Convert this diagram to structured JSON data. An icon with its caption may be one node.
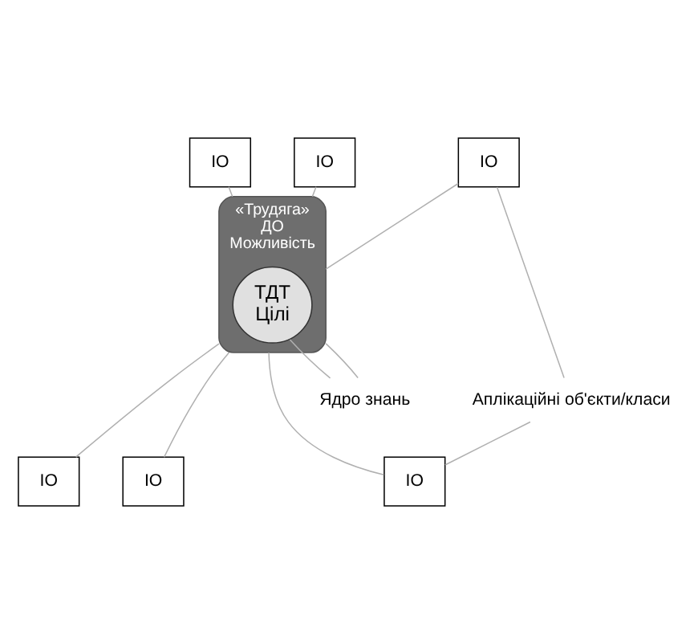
{
  "diagram": {
    "nodes": [
      {
        "text": [
          "«Трудяга»",
          "ДО",
          "Можливість"
        ]
      },
      {
        "text": [
          "ТДТ",
          "Цілі"
        ],
        "in": 0
      },
      {
        "text": [
          "IO"
        ]
      },
      {
        "text": [
          "IO"
        ]
      },
      {
        "text": [
          "IO"
        ]
      },
      {
        "text": [
          "Аплікаційні об'єкти/класи"
        ]
      },
      {
        "text": [
          "Ядро знань"
        ]
      },
      {
        "text": [
          "IO"
        ]
      },
      {
        "text": [
          "IO"
        ]
      },
      {
        "text": [
          "IO"
        ]
      }
    ],
    "edges": [
      {
        "from": 2,
        "to": 0,
        "arrow": "none"
      },
      {
        "from": 3,
        "to": 0,
        "arrow": "none"
      },
      {
        "from": 4,
        "to": 0,
        "arrow": "none"
      },
      {
        "from": 0,
        "to": 7,
        "arrow": "none"
      },
      {
        "from": 0,
        "to": 8,
        "arrow": "none"
      },
      {
        "from": 0,
        "to": 9,
        "arrow": "none"
      },
      {
        "from": 3,
        "to": 5,
        "arrow": "none"
      },
      {
        "from": 5,
        "to": 7,
        "arrow": "none"
      },
      {
        "from": 1,
        "to": 6,
        "arrow": "none"
      },
      {
        "from": 0,
        "to": 6,
        "arrow": "none"
      }
    ]
  }
}
